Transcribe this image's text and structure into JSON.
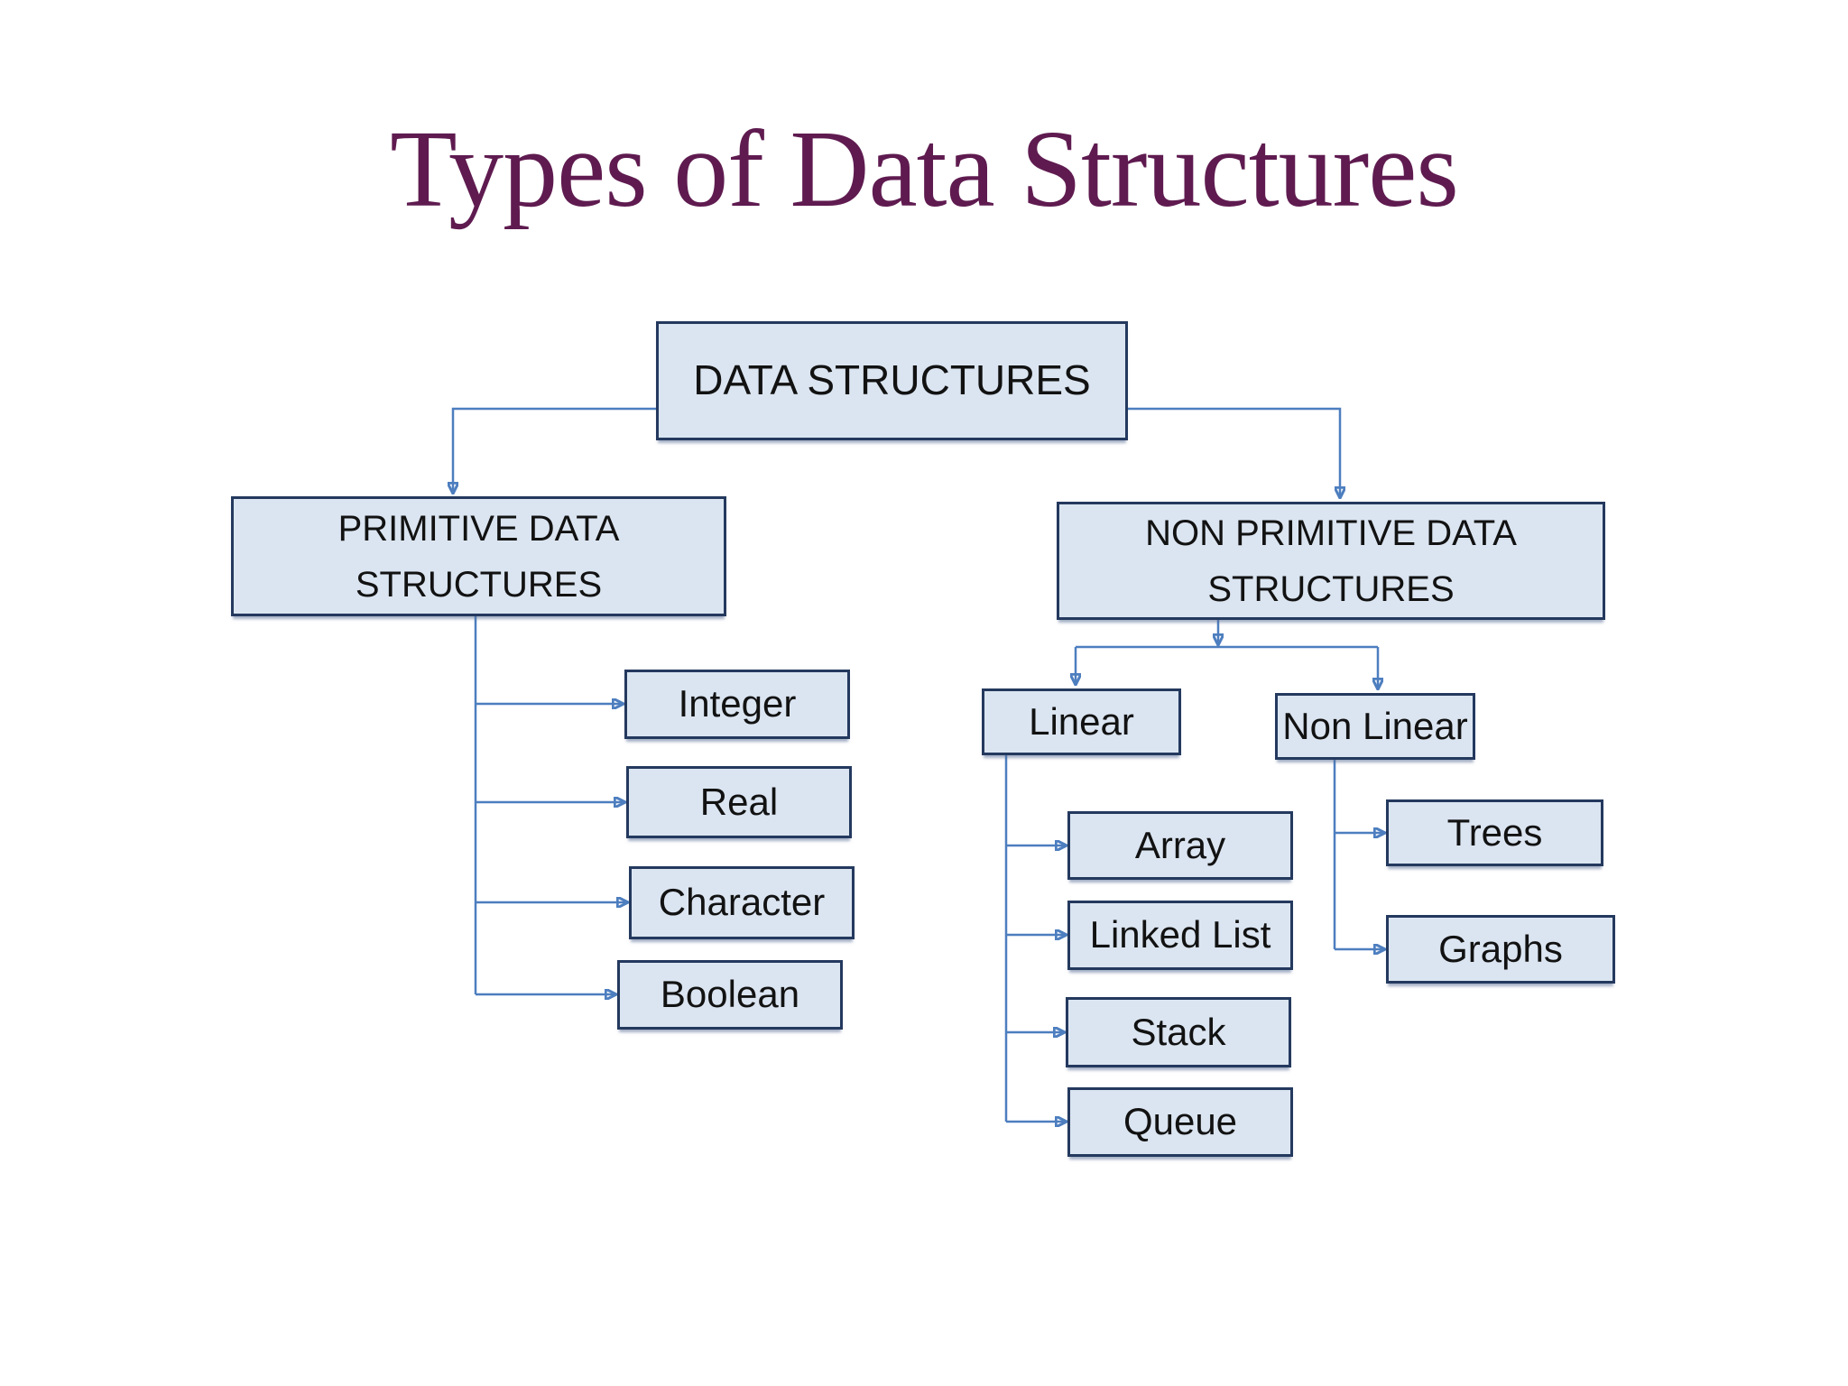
{
  "title": {
    "text": "Types of Data Structures"
  },
  "colors": {
    "title_text": "#5f1b50",
    "node_fill": "#dbe5f1",
    "node_border": "#24395e",
    "connector": "#4d7ebf",
    "node_text": "#121212",
    "background": "#ffffff"
  },
  "nodes": {
    "root": {
      "label": "DATA STRUCTURES"
    },
    "primitive": {
      "line1": "PRIMITIVE DATA",
      "line2": "STRUCTURES",
      "children": [
        "Integer",
        "Real",
        "Character",
        "Boolean"
      ]
    },
    "non_primitive": {
      "line1": "NON PRIMITIVE DATA",
      "line2": "STRUCTURES",
      "linear": {
        "label": "Linear",
        "children": [
          "Array",
          "Linked List",
          "Stack",
          "Queue"
        ]
      },
      "non_linear": {
        "label": "Non Linear",
        "children": [
          "Trees",
          "Graphs"
        ]
      }
    }
  }
}
